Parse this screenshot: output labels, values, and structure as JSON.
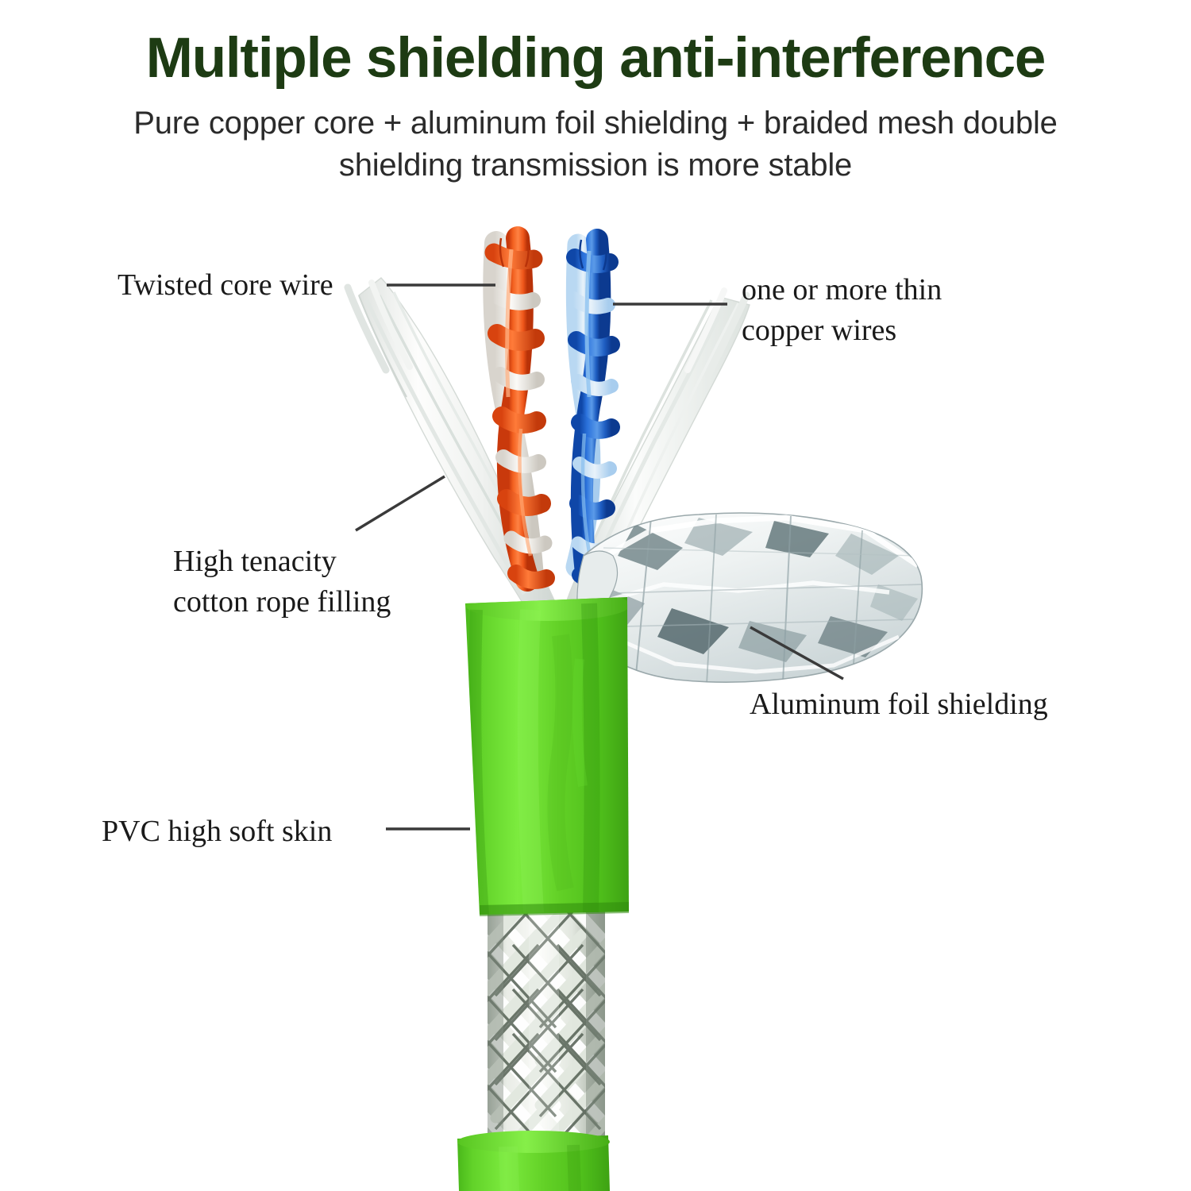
{
  "header": {
    "title": "Multiple shielding anti-interference",
    "subtitle": "Pure copper core + aluminum foil shielding + braided mesh double shielding transmission is more stable"
  },
  "callouts": [
    {
      "id": "twisted-core",
      "text": "Twisted core wire"
    },
    {
      "id": "thin-copper",
      "text": "one or more thin\ncopper wires"
    },
    {
      "id": "cotton-rope",
      "text": "High tenacity\ncotton rope filling"
    },
    {
      "id": "aluminum-foil",
      "text": "Aluminum foil shielding"
    },
    {
      "id": "pvc-skin",
      "text": "PVC high soft skin"
    }
  ],
  "colors": {
    "title_green": "#1d3b13",
    "subtitle_gray": "#2b2b2b",
    "label_black": "#1a1a1a",
    "leader_line": "#3a3a3a",
    "pvc_jacket_green": "#5ED024",
    "pvc_jacket_green_dark": "#3da016",
    "pvc_jacket_green_light": "#7ce83f",
    "orange_wire": "#f2601f",
    "orange_wire_dark": "#cc3d10",
    "blue_wire": "#1f63cf",
    "blue_wire_light": "#7fb6e8",
    "cotton_white": "#f4f6f5",
    "foil_silver": "#f2f4f3",
    "foil_shadow": "#5d7276",
    "braid_silver": "#e6eae6",
    "braid_shadow": "#6f7a6f",
    "background": "#ffffff"
  },
  "artwork": {
    "description": "Cutaway photograph of a shielded Cat network cable",
    "parts": [
      "orange-white twisted pair",
      "blue-white twisted pair",
      "cotton rope filling left",
      "cotton rope filling right",
      "aluminum foil shielding",
      "green PVC outer jacket",
      "braided mesh shield",
      "lower green PVC jacket"
    ]
  }
}
